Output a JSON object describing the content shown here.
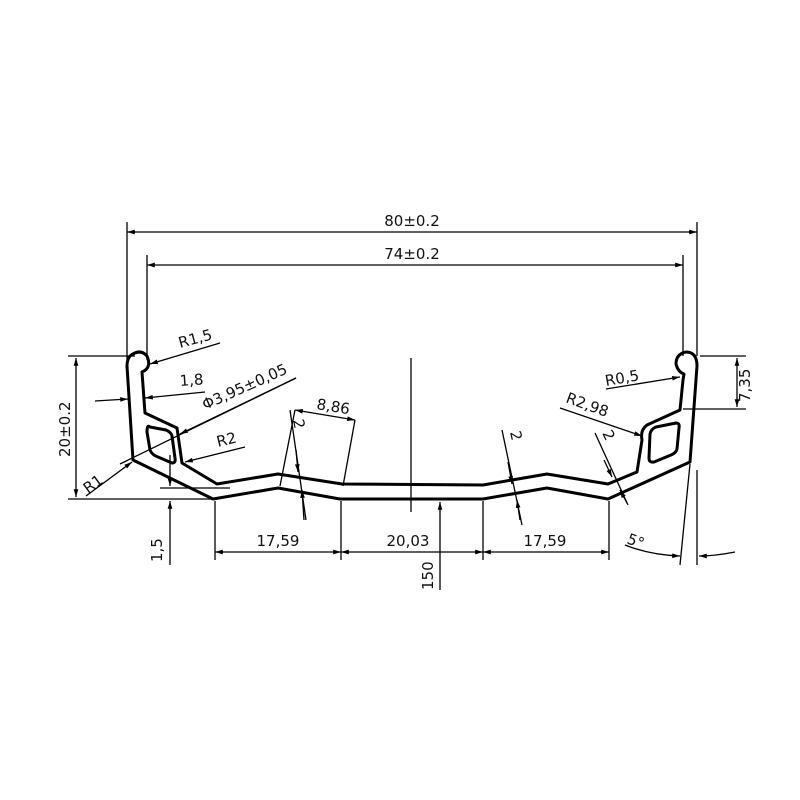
{
  "dimensions": {
    "overall_width": "80±0.2",
    "inner_width": "74±0.2",
    "bead_radius_left": "R1,5",
    "wall_thickness": "1,8",
    "hole_diameter": "Φ3,95±0,05",
    "segment_length_top": "8,86",
    "thickness_left": "2",
    "radius_r2": "R2",
    "height": "20±0.2",
    "radius_r1": "R1",
    "bottom_offset": "1,5",
    "segment_left": "17,59",
    "segment_center": "20,03",
    "segment_right": "17,59",
    "center_length": "150",
    "thickness_center_right": "2",
    "bead_radius_right": "R0,5",
    "bead_height": "7,35",
    "radius_chamber": "R2,98",
    "thickness_right": "2",
    "angle": "5°"
  }
}
